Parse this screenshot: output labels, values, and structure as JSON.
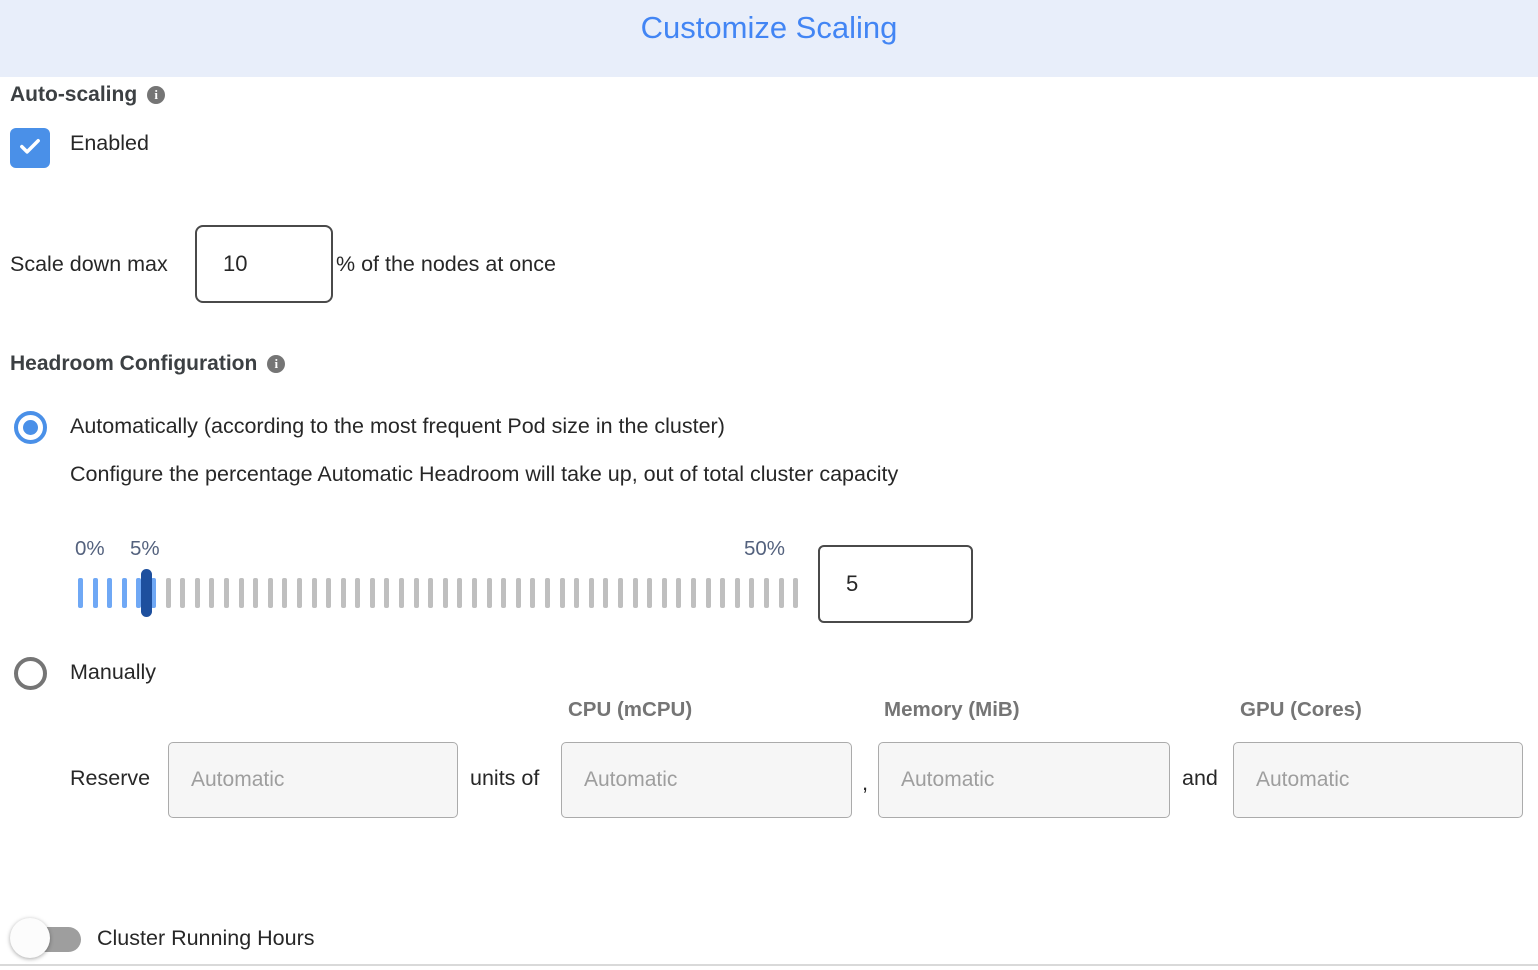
{
  "colors": {
    "header_bg": "#E8EEFA",
    "accent_blue": "#4285F4",
    "control_blue": "#4A90E8",
    "tick_blue": "#6FA8F5",
    "tick_gray": "#BFBFBF",
    "handle_blue": "#1D4F9E",
    "slider_label": "#54627E",
    "heading_text": "#3C4043",
    "body_text": "#272727",
    "muted_text": "#757575",
    "placeholder_text": "#9E9E9E",
    "disabled_input_bg": "#F6F6F6",
    "disabled_input_border": "#ABABAB",
    "value_input_border": "#4A4A4A",
    "toggle_track": "#9E9E9E",
    "divider": "#D9D9D9"
  },
  "header": {
    "title": "Customize Scaling"
  },
  "auto_scaling": {
    "heading": "Auto-scaling",
    "enabled_label": "Enabled",
    "enabled_checked": true,
    "scale_down": {
      "prefix": "Scale down max",
      "value": "10",
      "suffix": "% of the nodes at once"
    }
  },
  "headroom": {
    "heading": "Headroom Configuration",
    "automatic": {
      "label": "Automatically (according to the most frequent Pod size in the cluster)",
      "selected": true,
      "description": "Configure the percentage Automatic Headroom will take up, out of total cluster capacity",
      "slider": {
        "min_label": "0%",
        "value_label": "5%",
        "max_label": "50%",
        "tick_count": 50,
        "filled_ticks": 6,
        "value": "5"
      }
    },
    "manual": {
      "label": "Manually",
      "selected": false,
      "columns": [
        "CPU (mCPU)",
        "Memory (MiB)",
        "GPU (Cores)"
      ],
      "reserve_label": "Reserve",
      "units_of_label": "units of",
      "comma": ",",
      "and_label": "and",
      "placeholder": "Automatic"
    }
  },
  "cluster_running_hours": {
    "label": "Cluster Running Hours",
    "enabled": false
  }
}
